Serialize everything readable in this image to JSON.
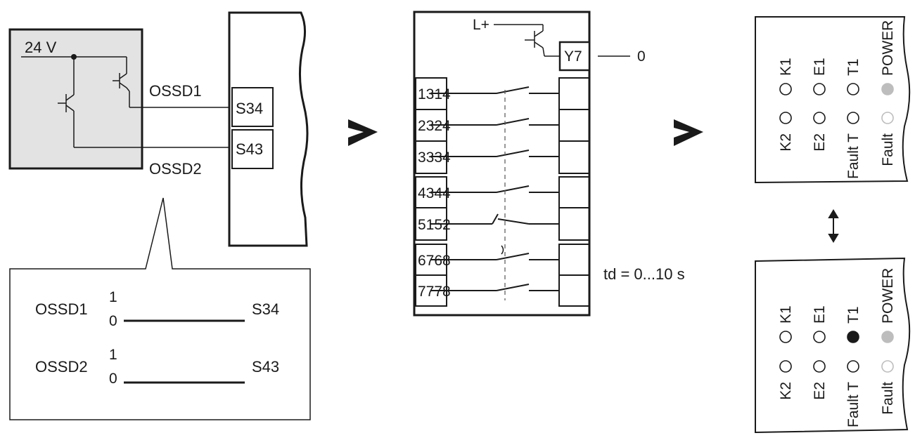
{
  "sensor": {
    "supply": "24 V",
    "ossd1": "OSSD1",
    "ossd2": "OSSD2"
  },
  "module_left": {
    "terminals": [
      "S34",
      "S43"
    ]
  },
  "timing": {
    "rows": [
      {
        "signal": "OSSD1",
        "high": "1",
        "low": "0",
        "terminal": "S34"
      },
      {
        "signal": "OSSD2",
        "high": "1",
        "low": "0",
        "terminal": "S43"
      }
    ]
  },
  "relay_module": {
    "supply": "L+",
    "output_terminal": "Y7",
    "output_value": "0",
    "contacts": [
      "1314",
      "2324",
      "3334",
      "4344",
      "5152",
      "6768",
      "7778"
    ],
    "delay": "td = 0...10 s"
  },
  "led_panels": [
    {
      "top_row": [
        {
          "label": "K1",
          "state": "off"
        },
        {
          "label": "E1",
          "state": "off"
        },
        {
          "label": "T1",
          "state": "off"
        },
        {
          "label": "POWER",
          "state": "on-grey"
        }
      ],
      "bottom_row": [
        {
          "label": "K2",
          "state": "off"
        },
        {
          "label": "E2",
          "state": "off"
        },
        {
          "label": "Fault T",
          "state": "off"
        },
        {
          "label": "Fault",
          "state": "off-grey"
        }
      ]
    },
    {
      "top_row": [
        {
          "label": "K1",
          "state": "off"
        },
        {
          "label": "E1",
          "state": "off"
        },
        {
          "label": "T1",
          "state": "on"
        },
        {
          "label": "POWER",
          "state": "on-grey"
        }
      ],
      "bottom_row": [
        {
          "label": "K2",
          "state": "off"
        },
        {
          "label": "E2",
          "state": "off"
        },
        {
          "label": "Fault T",
          "state": "off"
        },
        {
          "label": "Fault",
          "state": "off-grey"
        }
      ]
    }
  ],
  "colors": {
    "sensor_fill": "#e3e3e3",
    "ink": "#1a1a1a",
    "inactive_label": "#b9b9b9",
    "led_grey": "#bdbdbd"
  }
}
